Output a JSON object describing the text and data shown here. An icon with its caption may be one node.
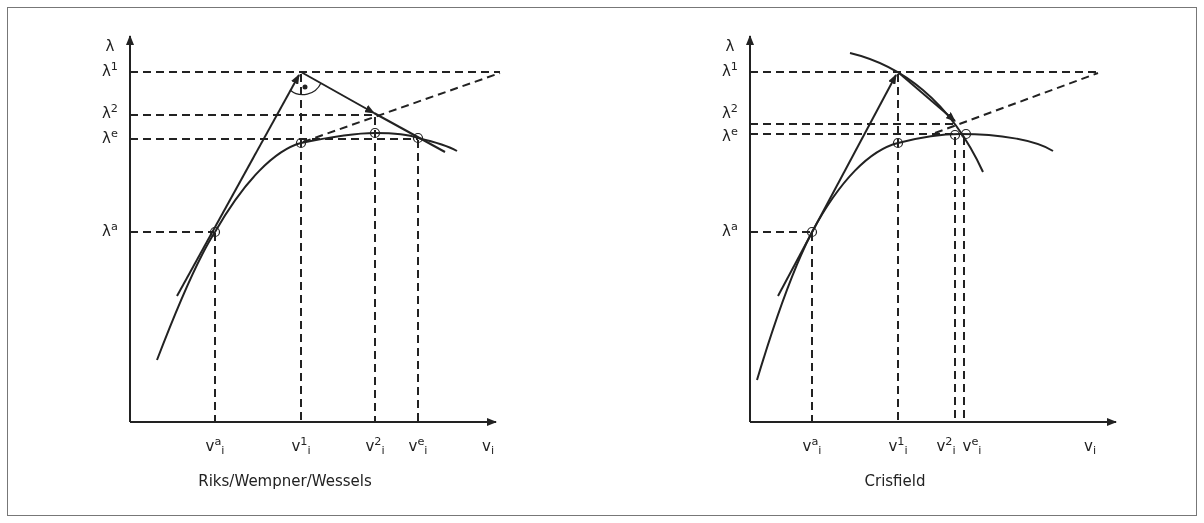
{
  "diagram": {
    "labels": [
      "λ",
      "λ$^{1}$",
      "λ$^{2}$",
      "λ$^{e}$",
      "λ$^{a}$",
      "v$^{a}$$_{i}$",
      "v$^{1}$$_{i}$",
      "v$^{2}$$_{i}$",
      "v$^{e}$$_{i}$",
      "v$_{i}$",
      "Riks/Wempner/Wessels",
      "λ",
      "λ$^{1}$",
      "λ$^{2}$",
      "λ$^{e}$",
      "λ$^{a}$",
      "v$^{a}$$_{i}$",
      "v$^{1}$$_{i}$",
      "v$^{2}$$_{i}$",
      "v$^{e}$$_{i}$",
      "v$_{i}$",
      "Crisfield"
    ]
  }
}
